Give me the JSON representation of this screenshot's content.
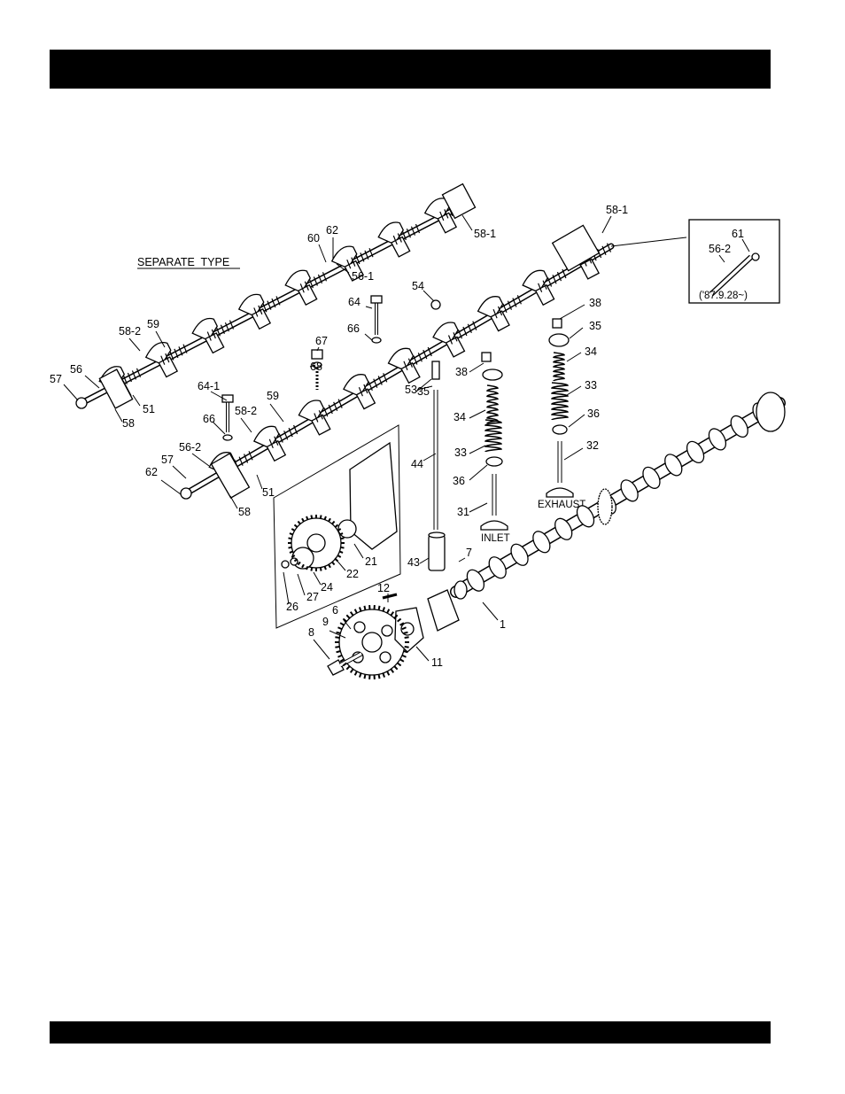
{
  "title_label": "SEPARATE  TYPE",
  "inset_note": "('87.9.28~)",
  "labels": {
    "inlet": "INLET",
    "exhaust": "EXHAUST"
  },
  "part_numbers": [
    "58-1",
    "58-1",
    "60",
    "62",
    "56-1",
    "61",
    "56-2",
    "54",
    "64",
    "66",
    "67",
    "68",
    "38",
    "35",
    "34",
    "33",
    "36",
    "32",
    "38",
    "53",
    "35",
    "34",
    "33",
    "36",
    "31",
    "44",
    "43",
    "7",
    "57",
    "56",
    "58-2",
    "59",
    "51",
    "58",
    "64-1",
    "66",
    "59",
    "58-2",
    "56-2",
    "57",
    "62",
    "51",
    "58",
    "21",
    "22",
    "24",
    "27",
    "26",
    "12",
    "6",
    "9",
    "8",
    "11",
    "1"
  ]
}
